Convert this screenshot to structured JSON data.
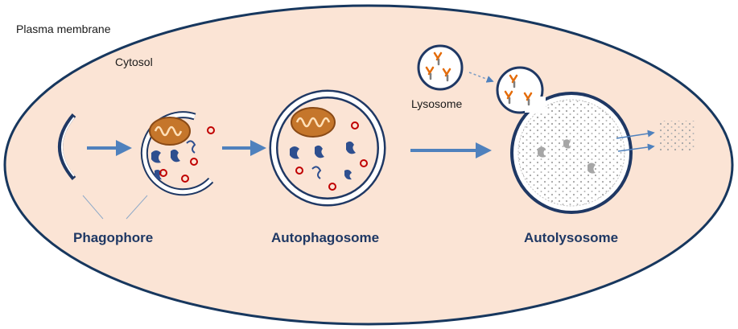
{
  "labels": {
    "plasma_membrane": "Plasma membrane",
    "cytosol": "Cytosol",
    "lysosome": "Lysosome",
    "phagophore": "Phagophore",
    "autophagosome": "Autophagosome",
    "autolysosome": "Autolysosome"
  },
  "colors": {
    "cell_fill": "#fbe4d5",
    "outline": "#17375e",
    "vesicle_edge": "#1f3864",
    "arrow": "#4f81bd",
    "mitochondrion": "#c5762b",
    "protein": "#2e4f8f",
    "particle": "#c00000",
    "enzyme": "#e46c0a",
    "digest": "#a6a6a6"
  }
}
